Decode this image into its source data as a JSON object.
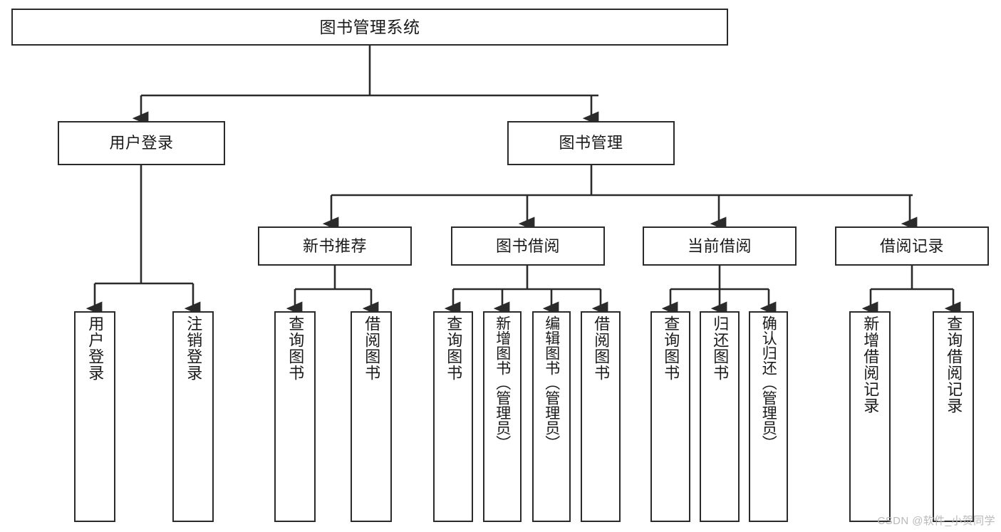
{
  "diagram": {
    "title": "图书管理系统",
    "type": "hierarchy-tree",
    "watermark": "CSDN @软件_小贺同学",
    "colors": {
      "background": "#ffffff",
      "box_border": "#2b2b2b",
      "box_fill": "#ffffff",
      "edge": "#2b2b2b",
      "watermark": "#b9b9b9"
    },
    "levels": {
      "root": {
        "label": "图书管理系统"
      },
      "level2": [
        {
          "id": "user-login",
          "label": "用户登录"
        },
        {
          "id": "book-manage",
          "label": "图书管理"
        }
      ],
      "level3": [
        {
          "id": "new-book-recommend",
          "label": "新书推荐",
          "parent": "book-manage"
        },
        {
          "id": "book-borrow",
          "label": "图书借阅",
          "parent": "book-manage"
        },
        {
          "id": "current-borrow",
          "label": "当前借阅",
          "parent": "book-manage"
        },
        {
          "id": "borrow-record",
          "label": "借阅记录",
          "parent": "book-manage"
        }
      ],
      "leaves": [
        {
          "id": "leaf-user-login",
          "label": "用户登录",
          "parent": "user-login"
        },
        {
          "id": "leaf-logout",
          "label": "注销登录",
          "parent": "user-login"
        },
        {
          "id": "leaf-query-book-1",
          "label": "查询图书",
          "parent": "new-book-recommend"
        },
        {
          "id": "leaf-borrow-book-1",
          "label": "借阅图书",
          "parent": "new-book-recommend"
        },
        {
          "id": "leaf-query-book-2",
          "label": "查询图书",
          "parent": "book-borrow"
        },
        {
          "id": "leaf-add-book",
          "label": "新增图书（管理员）",
          "parent": "book-borrow"
        },
        {
          "id": "leaf-edit-book",
          "label": "编辑图书（管理员）",
          "parent": "book-borrow"
        },
        {
          "id": "leaf-borrow-book-2",
          "label": "借阅图书",
          "parent": "book-borrow"
        },
        {
          "id": "leaf-query-book-3",
          "label": "查询图书",
          "parent": "current-borrow"
        },
        {
          "id": "leaf-return-book",
          "label": "归还图书",
          "parent": "current-borrow"
        },
        {
          "id": "leaf-confirm-return",
          "label": "确认归还（管理员）",
          "parent": "current-borrow"
        },
        {
          "id": "leaf-add-record",
          "label": "新增借阅记录",
          "parent": "borrow-record"
        },
        {
          "id": "leaf-query-record",
          "label": "查询借阅记录",
          "parent": "borrow-record"
        }
      ]
    }
  }
}
